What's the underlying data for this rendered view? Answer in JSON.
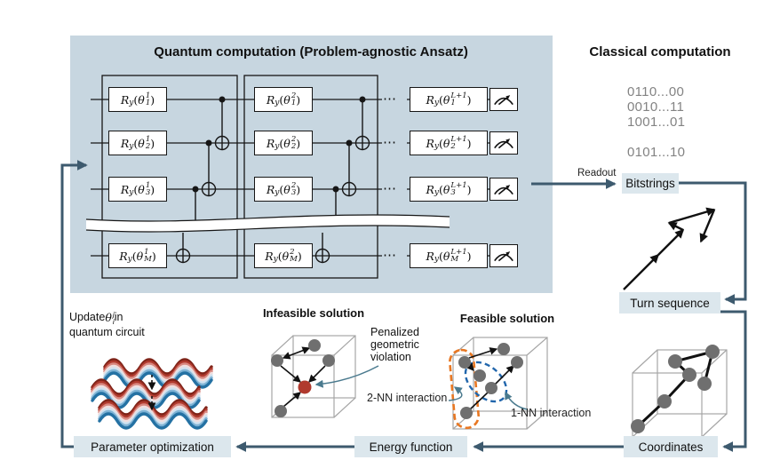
{
  "titles": {
    "quantum": "Quantum computation (Problem-agnostic Ansatz)",
    "classical": "Classical computation"
  },
  "circuit": {
    "sym": {
      "R": "R",
      "y": "y",
      "open": "(",
      "theta": "θ",
      "close": ")",
      "dots": "⋯"
    },
    "rows": [
      {
        "sub": "1"
      },
      {
        "sub": "2"
      },
      {
        "sub": "3"
      },
      {
        "sub": "M"
      }
    ],
    "layer_sups": [
      "1",
      "2",
      "L+1"
    ]
  },
  "readout": {
    "label": "Readout"
  },
  "bitstrings": [
    "0110...00",
    "0010...11",
    "1001...01",
    "0101...10"
  ],
  "flow": {
    "bitstrings": "Bitstrings",
    "turn_sequence": "Turn sequence",
    "coordinates": "Coordinates",
    "energy_function": "Energy function",
    "parameter_optimization": "Parameter optimization"
  },
  "solutions": {
    "infeasible_title": "Infeasible solution",
    "feasible_title": "Feasible solution",
    "penalized_note": "Penalized\ngeometric\nviolation",
    "two_nn_label": "2-NN interaction",
    "one_nn_label": "1-NN interaction"
  },
  "update_note": {
    "pre": "Update ",
    "theta": "θ",
    "sup": "j",
    "sub": "i",
    "post": " in",
    "line2": "quantum circuit"
  },
  "colors": {
    "panel": "#c7d6e0",
    "label_box_bg": "#dce7ed",
    "flow_arrow": "#3d5a6e",
    "annotation_arrow": "#4a7a8e",
    "violation_dot_red": "#b03a2e",
    "two_nn_orange": "#e87722",
    "one_nn_blue": "#2166ac",
    "node_gray": "#6f6f6f"
  }
}
